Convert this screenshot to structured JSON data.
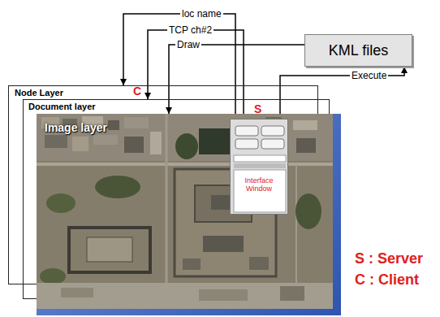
{
  "diagram": {
    "nodes": [
      {
        "text": [
          "KML files"
        ]
      },
      {
        "text": [
          "Node Layer"
        ]
      },
      {
        "text": [
          "Document layer"
        ]
      },
      {
        "text": [
          "Image layer"
        ]
      },
      {
        "text": [
          "Interface Window"
        ],
        "in": 3
      }
    ],
    "edges": [
      {
        "from": 4,
        "to": 1,
        "arrow": "to",
        "label": "loc name"
      },
      {
        "from": 4,
        "to": 2,
        "arrow": "to",
        "label": "TCP ch#2"
      },
      {
        "from": 0,
        "to": 3,
        "arrow": "to",
        "label": "Draw"
      },
      {
        "from": 4,
        "to": 0,
        "arrow": "to",
        "label": "Execute"
      }
    ],
    "labels": [
      "C",
      "S",
      "S : Server",
      "C : Client"
    ]
  }
}
